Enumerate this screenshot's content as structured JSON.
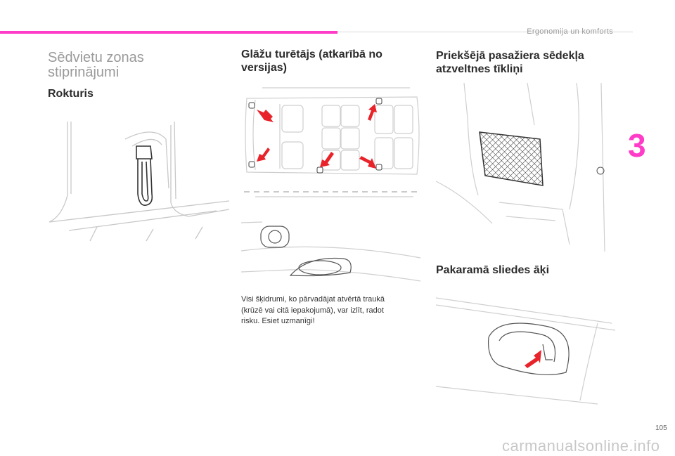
{
  "header": {
    "section": "Ergonomija un komforts"
  },
  "chapter_number": "3",
  "page_number": "105",
  "watermark": "carmanualsonline.info",
  "left_column": {
    "section_title_line1": "Sēdvietu zonas",
    "section_title_line2": "stiprinājumi",
    "heading": "Rokturis"
  },
  "middle_column": {
    "heading_line1": "Glāžu turētājs (atkarībā no",
    "heading_line2": "versijas)",
    "warning_line1": "Visi šķidrumi, ko pārvadājat atvērtā traukā",
    "warning_line2": "(krūzē vai citā iepakojumā), var izlīt, radot",
    "warning_line3": "risku. Esiet uzmanīgi!"
  },
  "right_column": {
    "heading1_line1": "Priekšējā pasažiera sēdekļa",
    "heading1_line2": "atzveltnes tīkliņi",
    "heading2": "Pakaramā sliedes āķi"
  },
  "colors": {
    "accent": "#ff3cc7",
    "arrow": "#e8232a"
  }
}
